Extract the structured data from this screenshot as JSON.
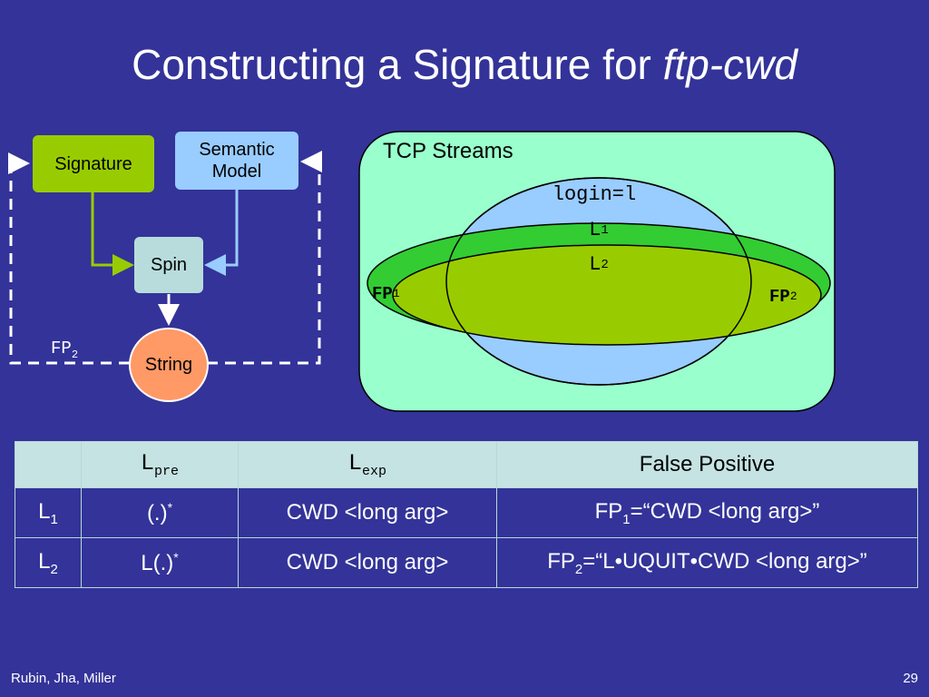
{
  "title": {
    "main": "Constructing a Signature for ",
    "italic": "ftp-cwd"
  },
  "flow": {
    "signature": "Signature",
    "semantic_model_line1": "Semantic",
    "semantic_model_line2": "Model",
    "spin": "Spin",
    "string": "String",
    "fp_label": "FP",
    "fp_sub": "2"
  },
  "venn": {
    "container_label": "TCP Streams",
    "login": "login=l",
    "l1": "L",
    "l1_sub": "1",
    "l2": "L",
    "l2_sub": "2",
    "fp1": "FP",
    "fp1_sub": "1",
    "fp2": "FP",
    "fp2_sub": "2"
  },
  "table": {
    "headers": {
      "lpre": "L",
      "lpre_sub": "pre",
      "lexp": "L",
      "lexp_sub": "exp",
      "false_positive": "False Positive"
    },
    "rows": [
      {
        "name": "L",
        "name_sub": "1",
        "lpre": "(.)",
        "lpre_sup": "*",
        "lexp": "CWD <long arg>",
        "fp_pre": "FP",
        "fp_sub": "1",
        "fp_post": "=“CWD <long arg>”"
      },
      {
        "name": "L",
        "name_sub": "2",
        "lpre": "L(.)",
        "lpre_sup": "*",
        "lexp": "CWD <long arg>",
        "fp_pre": "FP",
        "fp_sub": "2",
        "fp_post": "=“L•UQUIT•CWD <long arg>”"
      }
    ]
  },
  "footer": {
    "authors": "Rubin, Jha, Miller",
    "page": "29"
  },
  "colors": {
    "background": "#333399",
    "signature_box": "#99cc00",
    "semantic_box": "#99ccff",
    "spin_box": "#b8dcdc",
    "string_circle": "#ff9966",
    "tcp_container": "#99ffcc",
    "login_ellipse": "#99ccff",
    "l1_ellipse": "#33cc33",
    "l2_ellipse": "#99cc00",
    "table_header": "#c5e3e3"
  }
}
